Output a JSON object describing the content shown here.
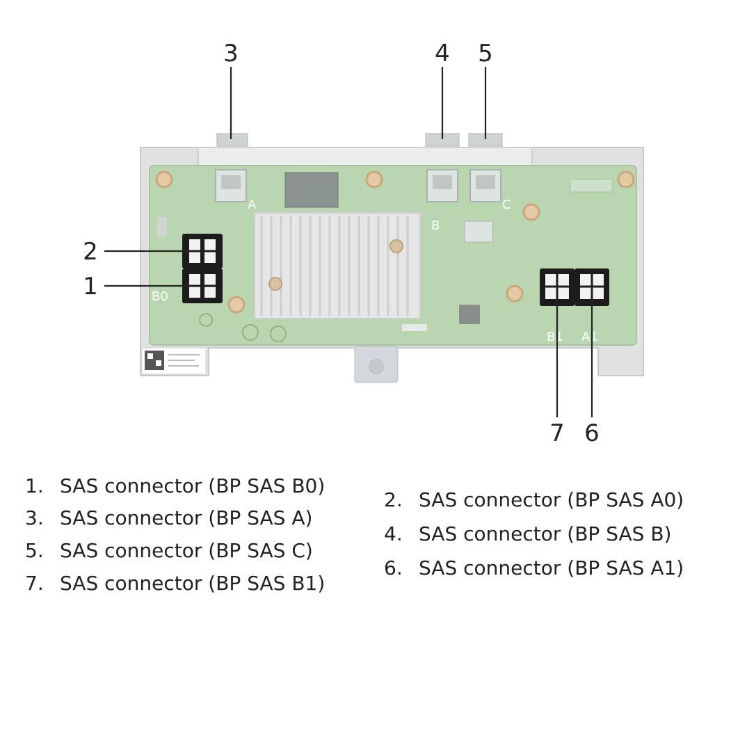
{
  "callouts": [
    "1",
    "2",
    "3",
    "4",
    "5",
    "6",
    "7"
  ],
  "board": {
    "silk_a": "A",
    "silk_b": "B",
    "silk_c": "C",
    "silk_b0": "B0",
    "silk_b1": "B1",
    "silk_a1": "A1"
  },
  "legend": [
    {
      "num": "1.",
      "text": "SAS connector (BP SAS B0)"
    },
    {
      "num": "2.",
      "text": "SAS connector (BP SAS A0)"
    },
    {
      "num": "3.",
      "text": "SAS connector (BP SAS A)"
    },
    {
      "num": "4.",
      "text": "SAS connector (BP SAS B)"
    },
    {
      "num": "5.",
      "text": "SAS connector (BP SAS C)"
    },
    {
      "num": "6.",
      "text": "SAS connector (BP SAS A1)"
    },
    {
      "num": "7.",
      "text": "SAS connector (BP SAS B1)"
    }
  ],
  "colors": {
    "pcb": "#b9d6b0",
    "bracket": "#dcdcdc",
    "heatsink": "#e6e6e6",
    "connector": "#1c1c1c"
  }
}
